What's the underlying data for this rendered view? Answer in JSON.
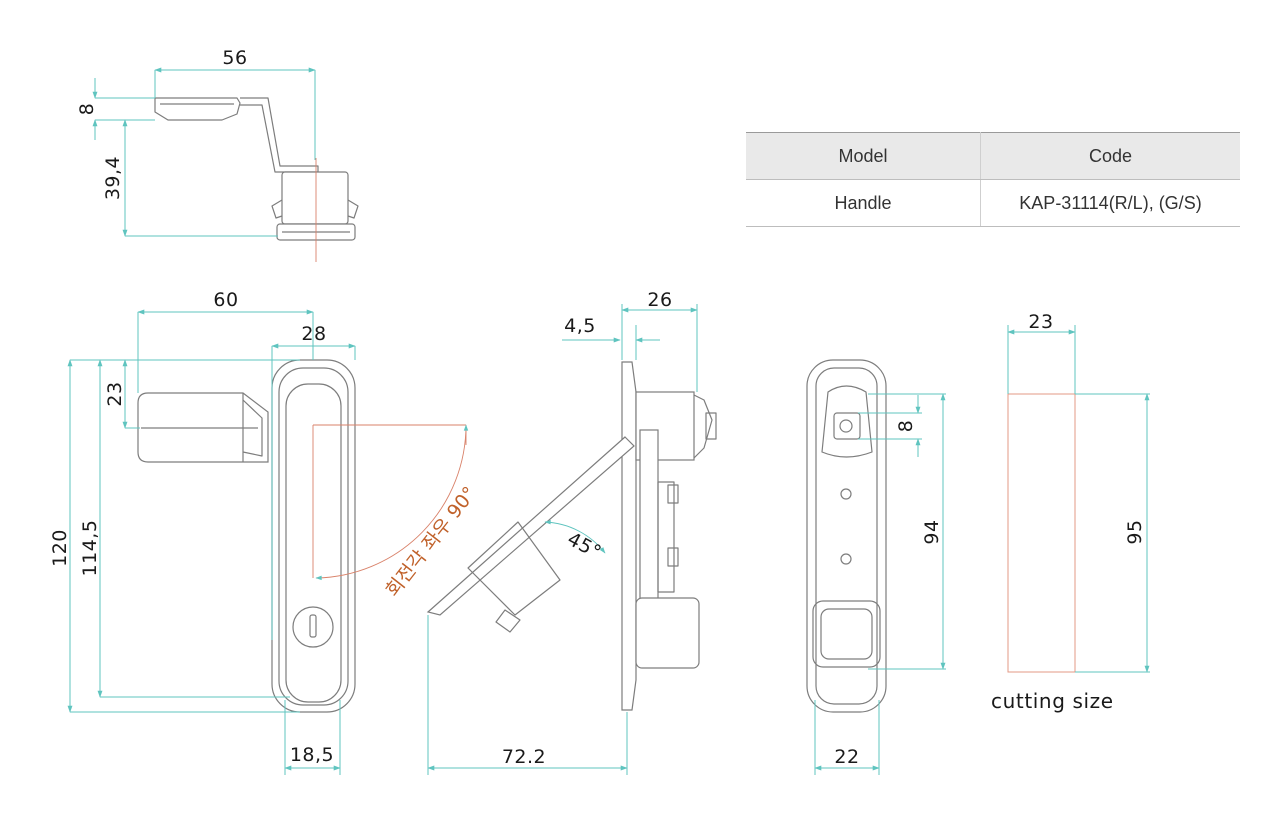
{
  "table": {
    "headers": [
      "Model",
      "Code"
    ],
    "rows": [
      [
        "Handle",
        "KAP-31114(R/L), (G/S)"
      ]
    ]
  },
  "dimensions": {
    "top_width": "56",
    "top_thickness": "8",
    "top_height": "39,4",
    "front_width": "60",
    "front_body_width": "28",
    "front_handle_offset": "23",
    "front_total_height": "120",
    "front_height": "114,5",
    "front_bottom_width": "18,5",
    "side_plate": "4,5",
    "side_depth": "26",
    "side_open_reach": "72.2",
    "side_angle": "45°",
    "back_square": "8",
    "back_height": "94",
    "back_width": "22",
    "cut_width": "23",
    "cut_height": "95"
  },
  "annotations": {
    "rotation_note": "회전각 좌우 90°",
    "cutting_size": "cutting size"
  },
  "colors": {
    "dimension_line": "#5fc4bf",
    "part_outline": "#7d7d7d",
    "rotation_text": "#c0612a",
    "cutout_outline": "#e39a86"
  }
}
